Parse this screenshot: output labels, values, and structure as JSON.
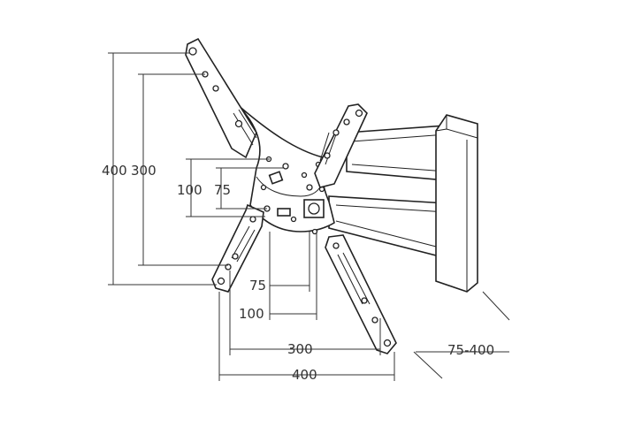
{
  "dimensions": {
    "vertical_outer": "400",
    "vertical_inner": "300",
    "vertical_small_outer": "100",
    "vertical_small_inner": "75",
    "horizontal_small_inner": "75",
    "horizontal_small_outer": "100",
    "horizontal_inner": "300",
    "horizontal_outer": "400",
    "extension_range": "75-400"
  },
  "colors": {
    "line": "#333333",
    "background": "#ffffff"
  }
}
